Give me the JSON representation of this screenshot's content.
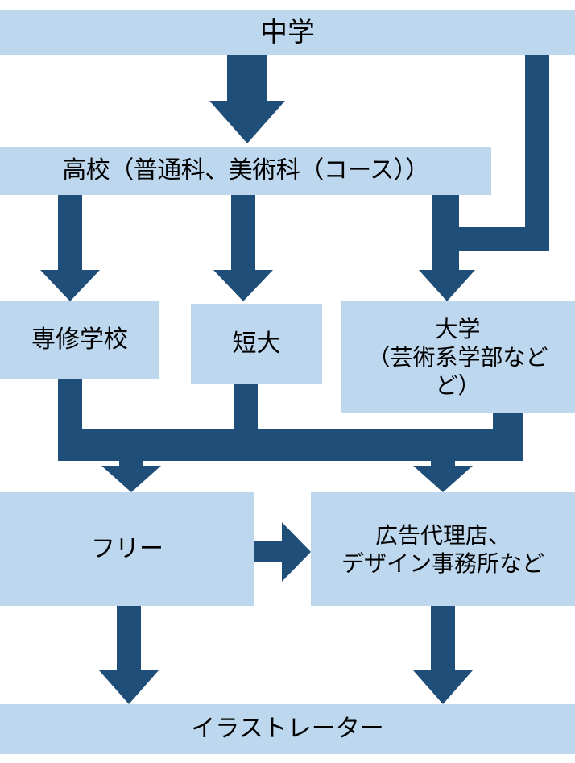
{
  "colors": {
    "box_fill": "#bdd7ee",
    "arrow_fill": "#1f4e79",
    "text": "#000000"
  },
  "nodes": {
    "junior_high": "中学",
    "high_school": "高校（普通科、美術科（コース））",
    "vocational": "専修学校",
    "junior_college": "短大",
    "university_line1": "大学",
    "university_line2": "（芸術系学部など",
    "university_line3": "ど）",
    "freelance": "フリー",
    "agency_line1": "広告代理店、",
    "agency_line2": "デザイン事務所など",
    "illustrator": "イラストレーター"
  }
}
